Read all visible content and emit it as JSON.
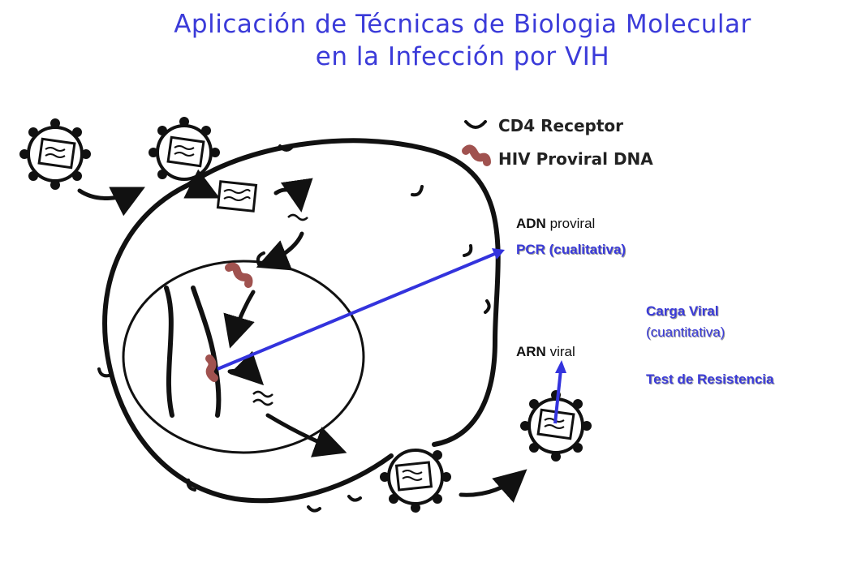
{
  "title": {
    "line1": "Aplicación de Técnicas de Biologia Molecular",
    "line2": "en la Infección por VIH"
  },
  "legend": {
    "cd4_label": "CD4 Receptor",
    "proviral_label": "HIV Proviral DNA"
  },
  "labels": {
    "adn_bold": "ADN",
    "adn_rest": " proviral",
    "pcr": "PCR (cualitativa)",
    "carga_viral": "Carga Viral",
    "cuantitativa": "(cuantitativa)",
    "arn_bold": "ARN",
    "arn_rest": " viral",
    "test_resistencia": "Test de Resistencia"
  },
  "colors": {
    "title_blue": "#3b3bd9",
    "arrow_blue": "#3333dd",
    "proviral_dna": "#a0524f",
    "ink": "#111111"
  }
}
